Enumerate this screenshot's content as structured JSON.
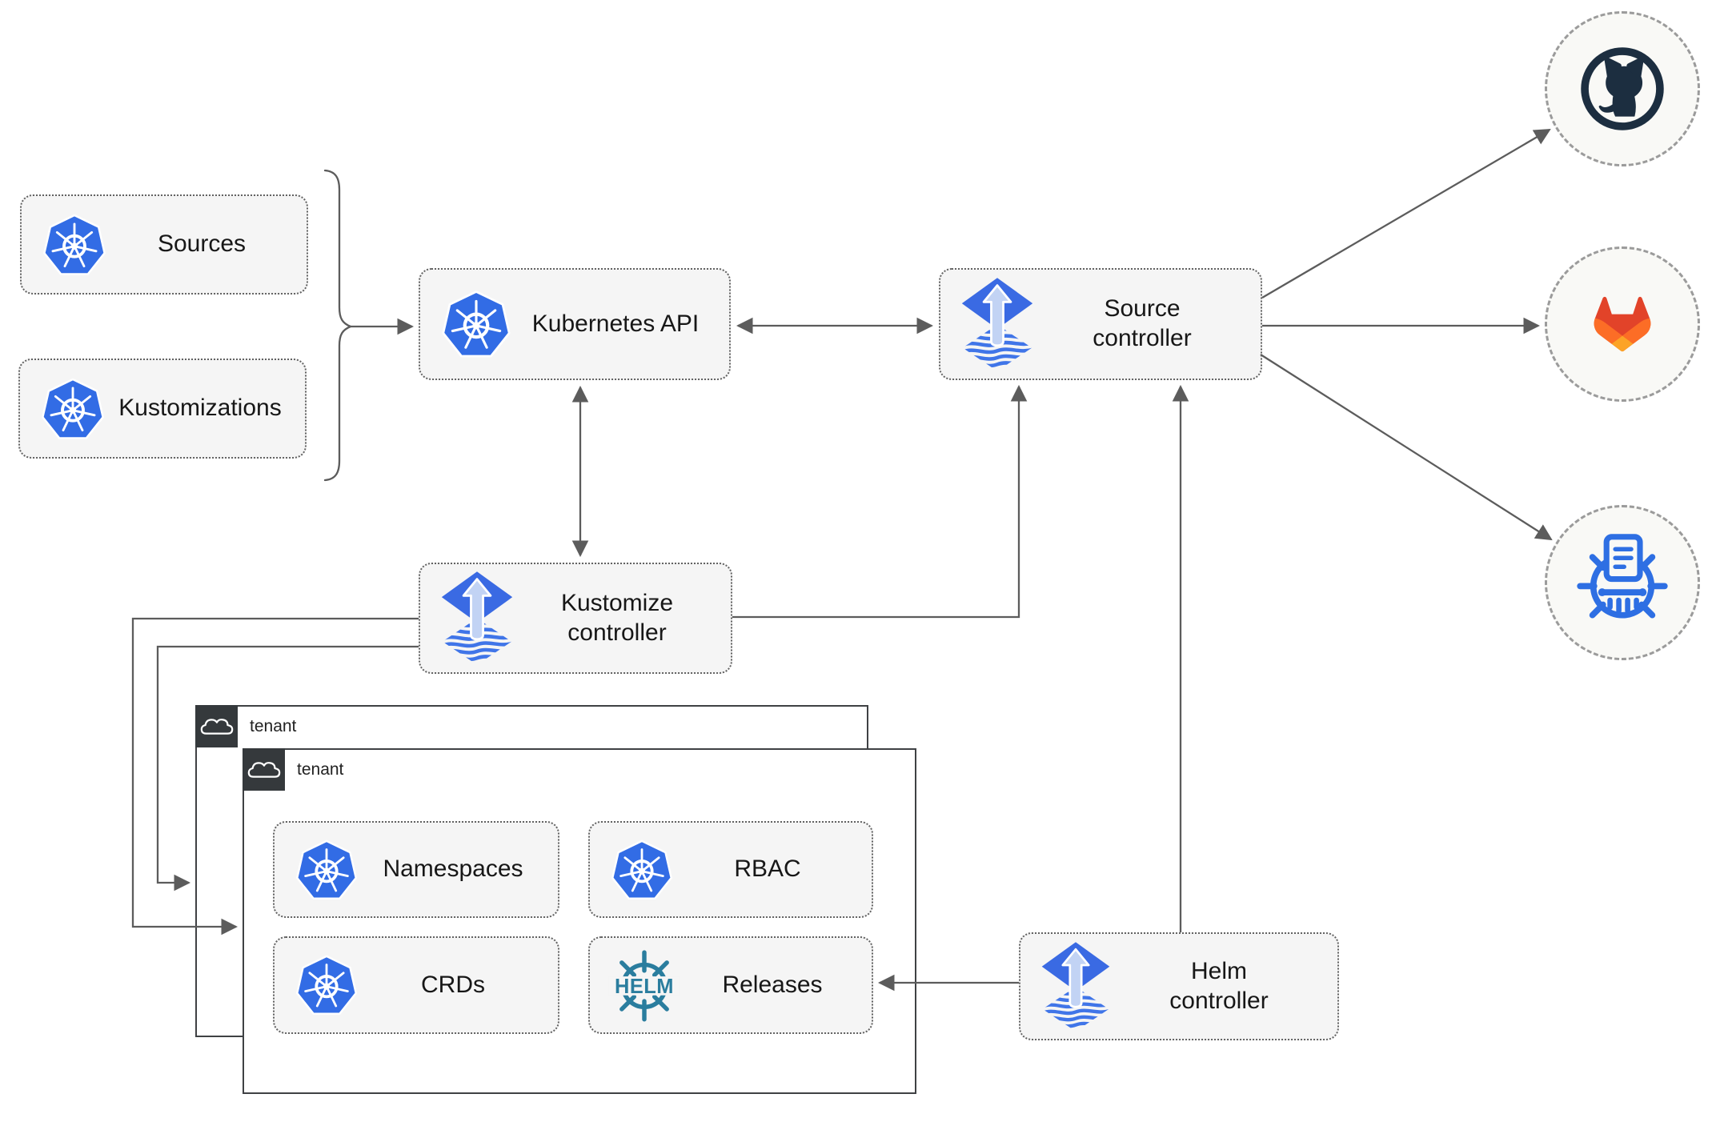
{
  "diagram": {
    "nodes": {
      "sources": {
        "label": "Sources",
        "icon": "kubernetes-icon"
      },
      "kustomizations": {
        "label": "Kustomizations",
        "icon": "kubernetes-icon"
      },
      "kubernetes_api": {
        "label": "Kubernetes API",
        "icon": "kubernetes-icon"
      },
      "source_controller": {
        "label": "Source controller",
        "icon": "flux-icon"
      },
      "kustomize_controller": {
        "label": "Kustomize controller",
        "icon": "flux-icon"
      },
      "helm_controller": {
        "label": "Helm controller",
        "icon": "flux-icon"
      },
      "namespaces": {
        "label": "Namespaces",
        "icon": "kubernetes-icon"
      },
      "rbac": {
        "label": "RBAC",
        "icon": "kubernetes-icon"
      },
      "crds": {
        "label": "CRDs",
        "icon": "kubernetes-icon"
      },
      "releases": {
        "label": "Releases",
        "icon": "helm-icon"
      }
    },
    "groups": {
      "tenant_back": {
        "label": "tenant",
        "icon": "cloud-icon"
      },
      "tenant_front": {
        "label": "tenant",
        "icon": "cloud-icon"
      }
    },
    "endpoints": {
      "github": {
        "icon": "github-icon"
      },
      "gitlab": {
        "icon": "gitlab-icon"
      },
      "chartmuseum": {
        "icon": "chartmuseum-icon"
      }
    },
    "logo_text": {
      "helm": "HELM"
    },
    "edges": [
      {
        "from": "sources/kustomizations",
        "to": "kubernetes_api",
        "style": "brace-arrow"
      },
      {
        "from": "kubernetes_api",
        "to": "source_controller",
        "style": "double-arrow"
      },
      {
        "from": "kubernetes_api",
        "to": "kustomize_controller",
        "style": "double-arrow"
      },
      {
        "from": "kustomize_controller",
        "to": "source_controller",
        "style": "arrow"
      },
      {
        "from": "helm_controller",
        "to": "source_controller",
        "style": "arrow"
      },
      {
        "from": "kustomize_controller",
        "to": "tenant_front",
        "style": "arrow"
      },
      {
        "from": "kustomize_controller",
        "to": "tenant_back",
        "style": "arrow"
      },
      {
        "from": "helm_controller",
        "to": "releases",
        "style": "arrow"
      },
      {
        "from": "source_controller",
        "to": "github",
        "style": "arrow"
      },
      {
        "from": "source_controller",
        "to": "gitlab",
        "style": "arrow"
      },
      {
        "from": "source_controller",
        "to": "chartmuseum",
        "style": "arrow"
      }
    ],
    "colors": {
      "kubernetes_blue": "#326ce5",
      "flux_blue": "#3a6ae3",
      "flux_stripe": "#4075e8",
      "helm_teal": "#2a7d9e",
      "chartmuseum_blue": "#2e6fe3",
      "github_dark": "#1c2e40",
      "gitlab_red": "#e24329",
      "gitlab_orange": "#fc6d26",
      "gitlab_amber": "#fca326",
      "box_fill": "#f5f5f5",
      "wire_gray": "#5c5c5c",
      "tenant_tab": "#35393c"
    }
  }
}
